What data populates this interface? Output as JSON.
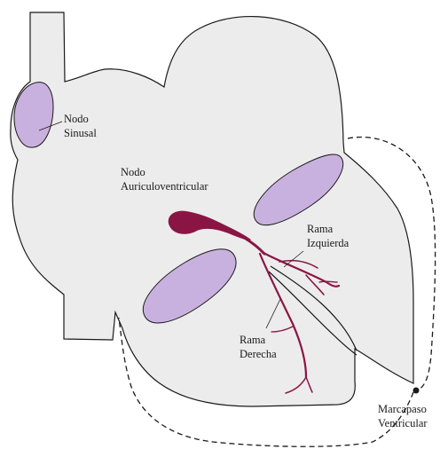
{
  "labels": {
    "nodo_sinusal": [
      "Nodo",
      "Sinusal"
    ],
    "nodo_av": [
      "Nodo",
      "Auriculoventricular"
    ],
    "rama_izquierda": [
      "Rama",
      "Izquierda"
    ],
    "rama_derecha": [
      "Rama",
      "Derecha"
    ],
    "marcapaso": [
      "Marcapaso",
      "Ventricular"
    ]
  },
  "colors": {
    "heart_fill": "#ececec",
    "outline": "#1a1a1a",
    "node_fill": "#c9b1df",
    "conduction": "#8a1545"
  }
}
